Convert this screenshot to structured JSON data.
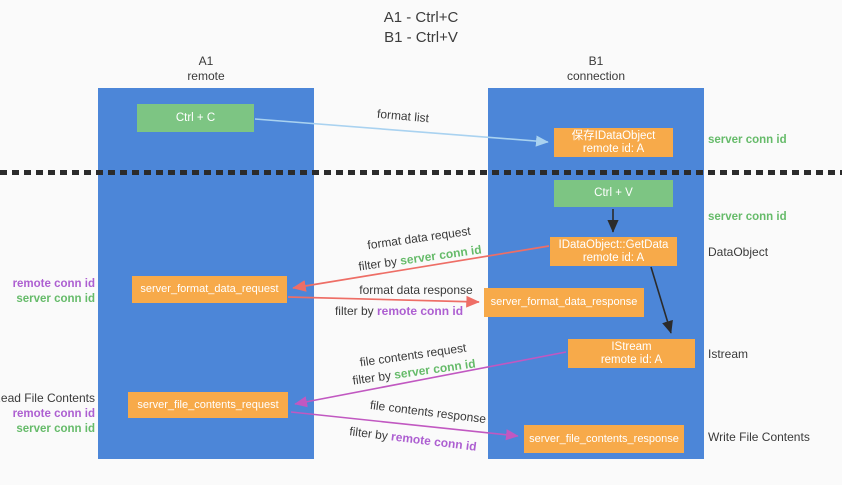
{
  "title": {
    "line1": "A1 - Ctrl+C",
    "line2": "B1 - Ctrl+V"
  },
  "columns": {
    "a": {
      "name": "A1",
      "subtitle": "remote"
    },
    "b": {
      "name": "B1",
      "subtitle": "connection"
    }
  },
  "boxes": {
    "ctrl_c": {
      "label": "Ctrl + C"
    },
    "save_idataobject": {
      "line1": "保存IDataObject",
      "line2": "remote id: A"
    },
    "ctrl_v": {
      "label": "Ctrl + V"
    },
    "getdata": {
      "line1": "IDataObject::GetData",
      "line2": "remote id: A"
    },
    "format_request": {
      "label": "server_format_data_request"
    },
    "format_response": {
      "label": "server_format_data_response"
    },
    "istream": {
      "line1": "IStream",
      "line2": "remote id: A"
    },
    "file_request": {
      "label": "server_file_contents_request"
    },
    "file_response": {
      "label": "server_file_contents_response"
    }
  },
  "flow": {
    "format_list": "format list",
    "format_request_label": "format data request",
    "format_request_filter_prefix": "filter by",
    "format_request_filter_key": "server conn id",
    "format_response_label": "format data response",
    "format_response_filter_prefix": "filter by",
    "format_response_filter_key": "remote conn id",
    "file_request_label": "file contents request",
    "file_request_filter_prefix": "filter by",
    "file_request_filter_key": "server conn id",
    "file_response_label": "file contents response",
    "file_response_filter_prefix": "filter by",
    "file_response_filter_key": "remote conn id"
  },
  "side_labels": {
    "left_format_remote": "remote conn id",
    "left_format_server": "server conn id",
    "read_file_contents": "Read File Contents",
    "left_file_remote": "remote conn id",
    "left_file_server": "server conn id",
    "right_server_conn_top": "server conn id",
    "right_server_conn_mid": "server conn id",
    "dataobject": "DataObject",
    "istream": "Istream",
    "write_file_contents": "Write File Contents"
  },
  "colors": {
    "column_blue": "#4c86d8",
    "box_green": "#7dc583",
    "box_orange": "#f7aa4a",
    "arrow_light_blue": "#a9d2f0",
    "arrow_black": "#2b2b2b",
    "arrow_red": "#ee6e66",
    "arrow_magenta": "#c158c1",
    "text_green": "#66bb6a",
    "text_purple": "#ad5fd1",
    "text_dark": "#3a3a3a"
  }
}
